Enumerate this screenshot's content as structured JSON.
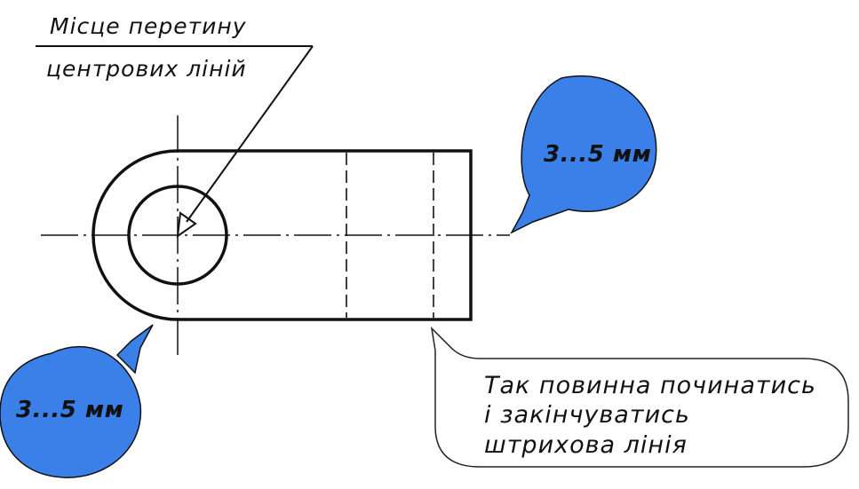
{
  "annotations": {
    "centers_label_line1": "Місце перетину",
    "centers_label_line2": "центрових ліній",
    "callout_top_right": "3...5 мм",
    "callout_bottom_left": "3...5 мм",
    "note_line1": "Так повинна починатись",
    "note_line2": "і закінчуватись",
    "note_line3": "штрихова лінія"
  },
  "colors": {
    "callout_fill": "#3b7fe8",
    "line": "#111111",
    "background": "#ffffff"
  }
}
